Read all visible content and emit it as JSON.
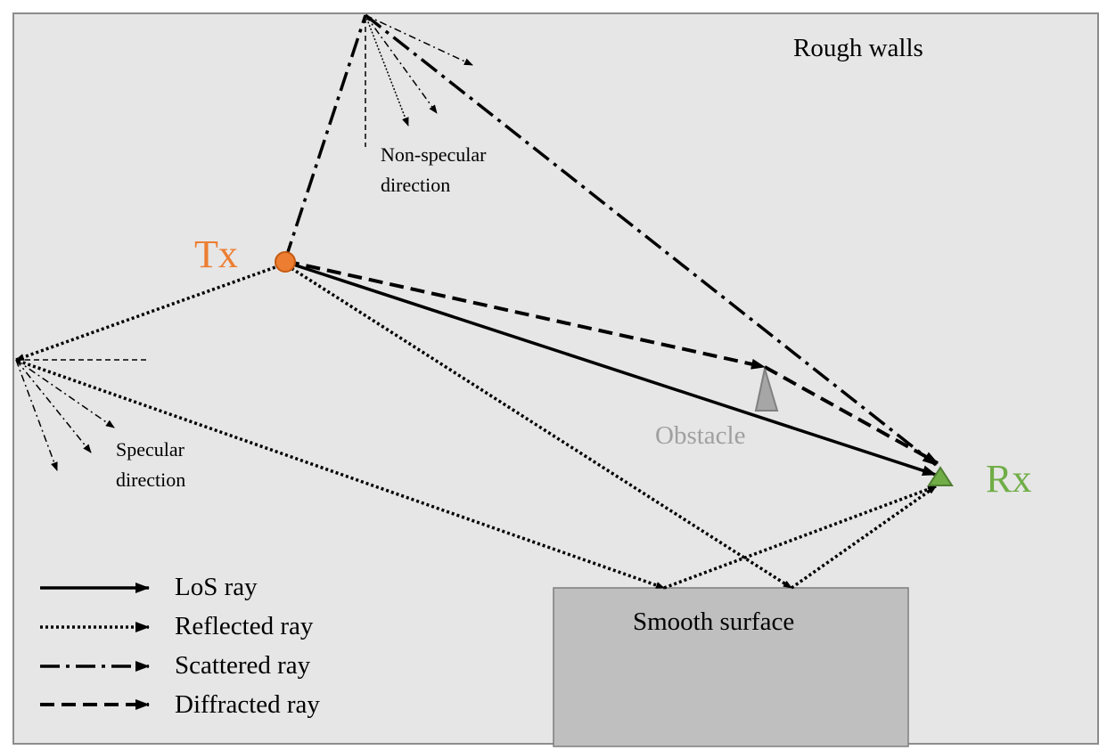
{
  "labels": {
    "rough_walls": "Rough walls",
    "non_specular": [
      "Non-specular",
      "direction"
    ],
    "specular": [
      "Specular",
      "direction"
    ],
    "tx": "Tx",
    "rx": "Rx",
    "obstacle": "Obstacle",
    "smooth_surface": "Smooth surface"
  },
  "legend": [
    {
      "style": "solid",
      "label": "LoS ray"
    },
    {
      "style": "dotted",
      "label": "Reflected ray"
    },
    {
      "style": "dashdot",
      "label": "Scattered ray"
    },
    {
      "style": "dashed",
      "label": "Diffracted ray"
    }
  ],
  "colors": {
    "background": "#e6e6e6",
    "border": "#8c8c8c",
    "tx": "#ed7d31",
    "rx": "#70ad47",
    "obstacle": "#a6a6a6",
    "surface": "#bfbfbf",
    "ray": "#000000"
  }
}
